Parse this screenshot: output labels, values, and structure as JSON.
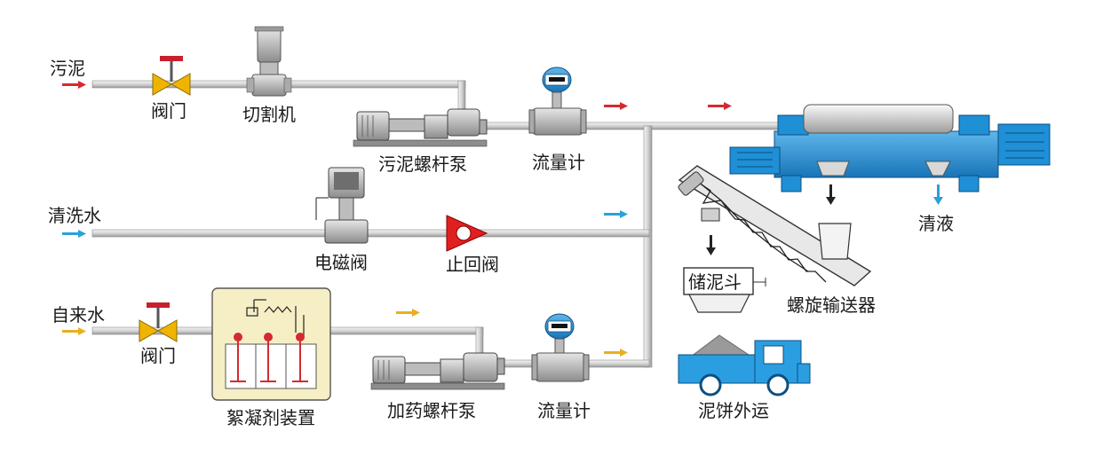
{
  "inputs": {
    "sludge": "污泥",
    "wash_water": "清洗水",
    "tap_water": "自来水"
  },
  "components": {
    "valve_top": "阀门",
    "cutter": "切割机",
    "sludge_pump": "污泥螺杆泵",
    "flowmeter_top": "流量计",
    "solenoid_valve": "电磁阀",
    "check_valve": "止回阀",
    "valve_bottom": "阀门",
    "flocculant_unit": "絮凝剂装置",
    "dosing_pump": "加药螺杆泵",
    "flowmeter_bottom": "流量计",
    "hopper": "储泥斗",
    "screw_conveyor": "螺旋输送器",
    "clear_liquid": "清液",
    "cake_transport": "泥饼外运"
  },
  "colors": {
    "sludge_arrow": "#d42a2f",
    "water_arrow": "#2aa2d6",
    "tap_arrow": "#e8b020",
    "valve_body": "#f0b400",
    "valve_handle": "#c8202c",
    "centrifuge": "#1f8fd6",
    "truck": "#2a9ee0",
    "check_valve": "#e02020",
    "pipe": "#d8d8d8",
    "flocculant_box": "#f6efc6"
  }
}
